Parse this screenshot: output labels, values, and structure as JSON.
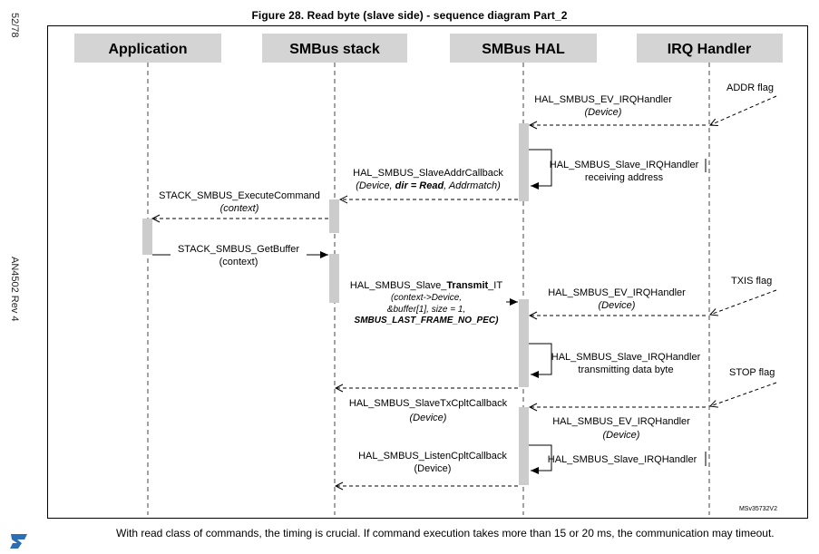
{
  "page_number": "52/78",
  "doc_revision": "AN4502 Rev 4",
  "figure_title": "Figure 28. Read byte (slave side) - sequence diagram Part_2",
  "lifelines": [
    "Application",
    "SMBus stack",
    "SMBus HAL",
    "IRQ Handler"
  ],
  "flags": {
    "addr": "ADDR flag",
    "txis": "TXIS flag",
    "stop": "STOP flag"
  },
  "messages": {
    "ev1_name": "HAL_SMBUS_EV_IRQHandler",
    "ev1_arg": "(Device)",
    "slave_irq1_name": "HAL_SMBUS_Slave_IRQHandler",
    "slave_irq1_desc": "receiving address",
    "addr_cb_name": "HAL_SMBUS_SlaveAddrCallback",
    "addr_cb_args": "(Device, dir = Read, Addrmatch)",
    "exec_cmd_name": "STACK_SMBUS_ExecuteCommand",
    "exec_cmd_arg": "(context)",
    "get_buf_name": "STACK_SMBUS_GetBuffer",
    "get_buf_arg": "(context)",
    "tx_it_name": "HAL_SMBUS_Slave_Transmit_IT",
    "tx_it_arg1": "(context->Device,",
    "tx_it_arg2": "&buffer[1], size = 1,",
    "tx_it_arg3": "SMBUS_LAST_FRAME_NO_PEC)",
    "ev2_name": "HAL_SMBUS_EV_IRQHandler",
    "ev2_arg": "(Device)",
    "slave_irq2_name": "HAL_SMBUS_Slave_IRQHandler",
    "slave_irq2_desc": "transmitting data byte",
    "txcplt_name": "HAL_SMBUS_SlaveTxCpltCallback",
    "txcplt_arg": "(Device)",
    "ev3_name": "HAL_SMBUS_EV_IRQHandler",
    "ev3_arg": "(Device)",
    "listen_name": "HAL_SMBUS_ListenCpltCallback",
    "listen_arg": "(Device)",
    "slave_irq3_name": "HAL_SMBUS_Slave_IRQHandler"
  },
  "figure_id": "MSv35732V2",
  "paragraph": "With read class of commands, the timing is crucial. If command execution takes more than 15 or 20 ms, the communication may timeout.",
  "colors": {
    "lifeline_header": "#d4d4d4",
    "activation": "#cccccc",
    "text": "#000000",
    "brand": "#2a6fb6"
  }
}
